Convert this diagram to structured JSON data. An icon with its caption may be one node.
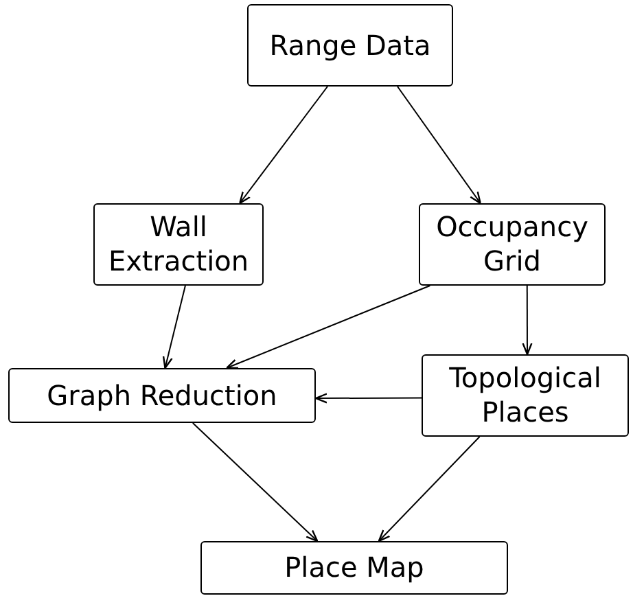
{
  "diagram": {
    "nodes": [
      {
        "text": [
          "Range Data"
        ]
      },
      {
        "text": [
          "Wall Extraction"
        ]
      },
      {
        "text": [
          "Occupancy Grid"
        ]
      },
      {
        "text": [
          "Graph Reduction"
        ]
      },
      {
        "text": [
          "Topological Places"
        ]
      },
      {
        "text": [
          "Place Map"
        ]
      }
    ],
    "edges": [
      {
        "from": 0,
        "to": 1,
        "arrow": "to"
      },
      {
        "from": 0,
        "to": 2,
        "arrow": "to"
      },
      {
        "from": 1,
        "to": 3,
        "arrow": "to"
      },
      {
        "from": 2,
        "to": 3,
        "arrow": "to"
      },
      {
        "from": 2,
        "to": 4,
        "arrow": "to"
      },
      {
        "from": 4,
        "to": 3,
        "arrow": "to"
      },
      {
        "from": 3,
        "to": 5,
        "arrow": "to"
      },
      {
        "from": 4,
        "to": 5,
        "arrow": "to"
      }
    ]
  }
}
